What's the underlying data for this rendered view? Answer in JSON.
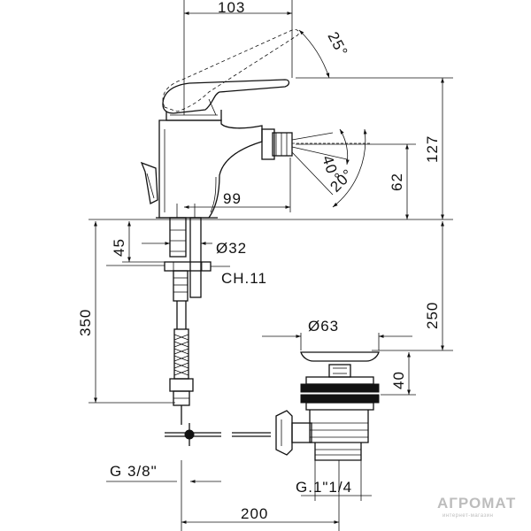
{
  "dimensions": {
    "width_top": "103",
    "lever_angle": "25°",
    "spout_angle_40": "40°",
    "spout_angle_20": "20°",
    "spout_reach": "99",
    "height_127": "127",
    "height_62": "62",
    "shank_45": "45",
    "shank_diameter": "Ø32",
    "nut_size": "CH.11",
    "hose_length": "350",
    "drain_depth": "250",
    "waste_diameter": "Ø63",
    "waste_height": "40",
    "inlet_thread": "G 3/8\"",
    "waste_thread": "G.1\"1/4",
    "overall_width": "200"
  },
  "watermark": {
    "brand": "АГРОМАТ",
    "tagline": "интернет-магазин"
  }
}
